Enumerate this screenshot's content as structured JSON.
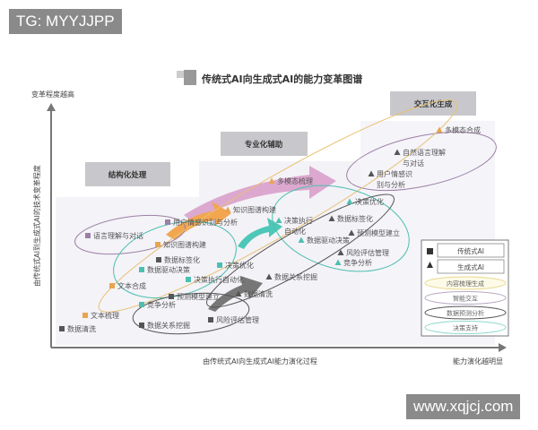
{
  "watermarks": {
    "top_left": "TG: MYYJJPP",
    "bottom_right": "www.xqjcj.com"
  },
  "title": "传统式AI向生成式AI的能力变革图谱",
  "axes": {
    "y_top_label": "变革程度越高",
    "y_label": "由传统式AI到生成式AI的技术变革程度",
    "x_label": "由传统式AI向生成式AI能力演化过程",
    "x_end_label": "能力演化越明显"
  },
  "stages": [
    "结构化处理",
    "专业化辅助",
    "交互化生成"
  ],
  "colors": {
    "content": "#e8a550",
    "interaction": "#9b7fa6",
    "data": "#555555",
    "decision": "#4dbfb0",
    "multimodal_arrow": "#d79bc8"
  },
  "items": [
    {
      "text": [
        "语言理解与对话"
      ],
      "type": "traditional",
      "category": "interaction"
    },
    {
      "text": [
        "用户情感识别与分析"
      ],
      "type": "traditional",
      "category": "interaction"
    },
    {
      "text": [
        "知识图谱构建"
      ],
      "type": "traditional",
      "category": "content"
    },
    {
      "text": [
        "数据标签化"
      ],
      "type": "traditional",
      "category": "data"
    },
    {
      "text": [
        "数据驱动决策"
      ],
      "type": "traditional",
      "category": "decision"
    },
    {
      "text": [
        "决策优化"
      ],
      "type": "traditional",
      "category": "decision"
    },
    {
      "text": [
        "决策执行自动化"
      ],
      "type": "traditional",
      "category": "decision"
    },
    {
      "text": [
        "文本合成"
      ],
      "type": "traditional",
      "category": "content"
    },
    {
      "text": [
        "预测模型建立"
      ],
      "type": "traditional",
      "category": "data"
    },
    {
      "text": [
        "竞争分析"
      ],
      "type": "traditional",
      "category": "decision"
    },
    {
      "text": [
        "文本梳理"
      ],
      "type": "traditional",
      "category": "content"
    },
    {
      "text": [
        "数据关系挖掘"
      ],
      "type": "traditional",
      "category": "data"
    },
    {
      "text": [
        "风险评估管理"
      ],
      "type": "traditional",
      "category": "data"
    },
    {
      "text": [
        "数据清洗"
      ],
      "type": "traditional",
      "category": "data"
    },
    {
      "text": [
        "多模态合成"
      ],
      "type": "generative",
      "category": "content"
    },
    {
      "text": [
        "自然语言理解",
        "与对话"
      ],
      "type": "generative",
      "category": "data"
    },
    {
      "text": [
        "用户情感识",
        "别与分析"
      ],
      "type": "generative",
      "category": "data"
    },
    {
      "text": [
        "多模态梳理"
      ],
      "type": "generative",
      "category": "content"
    },
    {
      "text": [
        "知识图谱构建"
      ],
      "type": "generative",
      "category": "content"
    },
    {
      "text": [
        "决策优化"
      ],
      "type": "generative",
      "category": "decision"
    },
    {
      "text": [
        "决策执行",
        "自动化"
      ],
      "type": "generative",
      "category": "decision"
    },
    {
      "text": [
        "数据标签化"
      ],
      "type": "generative",
      "category": "data"
    },
    {
      "text": [
        "预测模型建立"
      ],
      "type": "generative",
      "category": "data"
    },
    {
      "text": [
        "数据驱动决策"
      ],
      "type": "generative",
      "category": "decision"
    },
    {
      "text": [
        "风险评估管理"
      ],
      "type": "generative",
      "category": "data"
    },
    {
      "text": [
        "竞争分析"
      ],
      "type": "generative",
      "category": "decision"
    },
    {
      "text": [
        "数据关系挖掘"
      ],
      "type": "generative",
      "category": "data"
    },
    {
      "text": [
        "数据清洗"
      ],
      "type": "generative",
      "category": "data"
    }
  ],
  "legend": {
    "markers": [
      "传统式AI",
      "生成式AI"
    ],
    "groups": [
      {
        "label": "内容梳理生成",
        "category": "content"
      },
      {
        "label": "智能交互",
        "category": "interaction"
      },
      {
        "label": "数据预测分析",
        "category": "data"
      },
      {
        "label": "决策支持",
        "category": "decision"
      }
    ]
  }
}
